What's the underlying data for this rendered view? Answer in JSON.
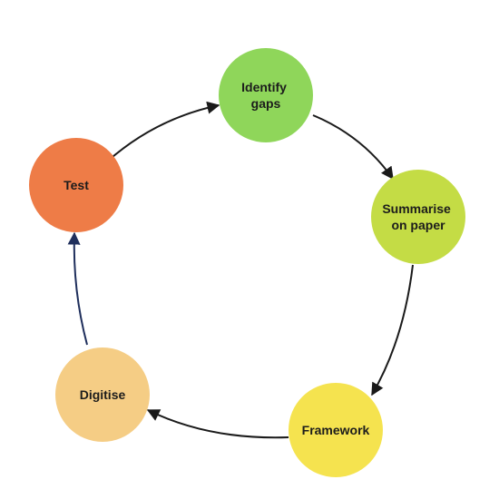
{
  "diagram": {
    "nodes": [
      {
        "id": "identify-gaps",
        "lines": [
          "Identify",
          "gaps"
        ],
        "color": "#8fd65a"
      },
      {
        "id": "summarise-on-paper",
        "lines": [
          "Summarise",
          "on paper"
        ],
        "color": "#c4dc45"
      },
      {
        "id": "framework",
        "lines": [
          "Framework"
        ],
        "color": "#f5e34f"
      },
      {
        "id": "digitise",
        "lines": [
          "Digitise"
        ],
        "color": "#f5cd85"
      },
      {
        "id": "test",
        "lines": [
          "Test"
        ],
        "color": "#ee7c47"
      }
    ],
    "edges": [
      {
        "from": "identify-gaps",
        "to": "summarise-on-paper",
        "color": "#1a1a1a"
      },
      {
        "from": "summarise-on-paper",
        "to": "framework",
        "color": "#1a1a1a"
      },
      {
        "from": "framework",
        "to": "digitise",
        "color": "#1a1a1a"
      },
      {
        "from": "digitise",
        "to": "test",
        "color": "#1f2f5c"
      },
      {
        "from": "test",
        "to": "identify-gaps",
        "color": "#1a1a1a"
      }
    ]
  }
}
